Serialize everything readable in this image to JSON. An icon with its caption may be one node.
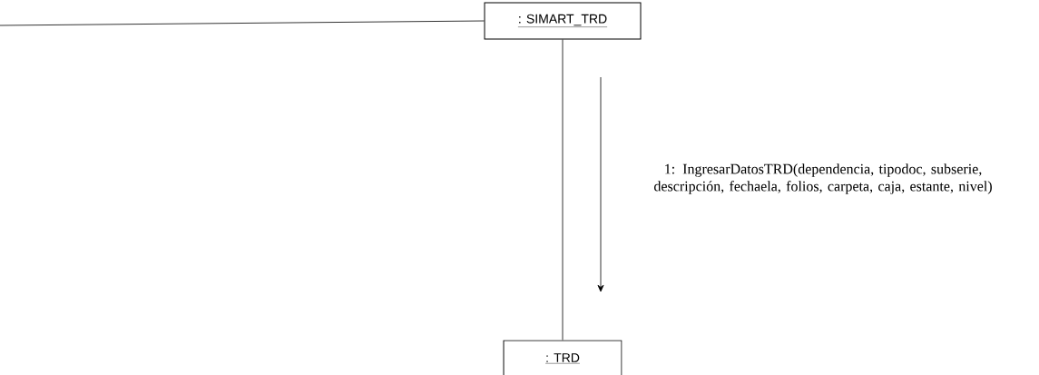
{
  "diagram": {
    "nodes": [
      {
        "text": [
          ": SIMART_TRD"
        ]
      },
      {
        "text": [
          ": TRD"
        ]
      }
    ],
    "edges": [
      {
        "from": null,
        "to": 0,
        "arrow": "none"
      },
      {
        "from": 0,
        "to": 1,
        "arrow": "none"
      }
    ],
    "labels": [
      "1: IngresarDatosTRD(dependencia, tipodoc, subserie, descripción, fechaela, folios, carpeta, caja, estante, nivel)"
    ]
  }
}
